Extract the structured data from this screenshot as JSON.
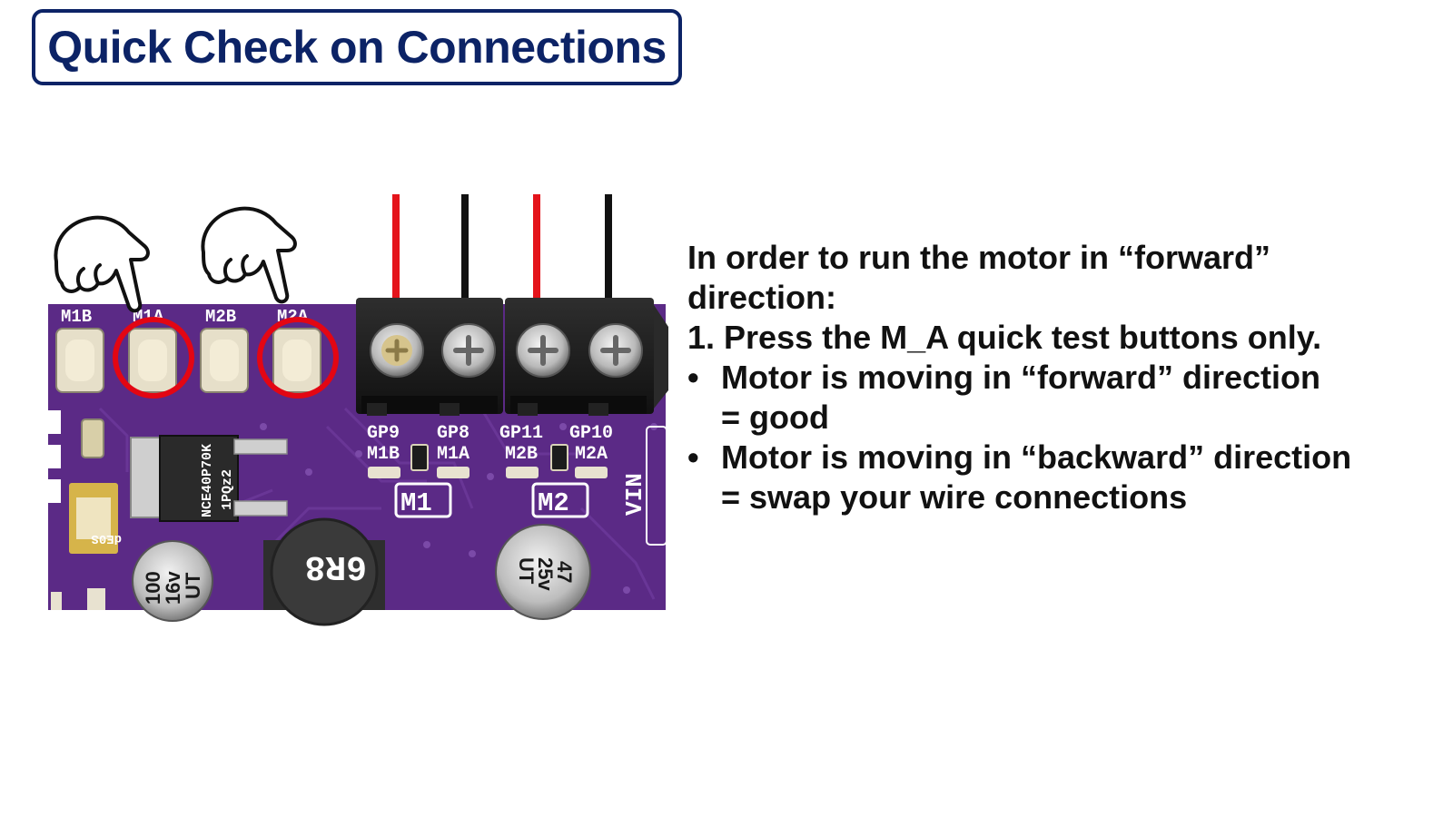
{
  "title": "Quick Check on Connections",
  "board": {
    "button_labels": [
      "M1B",
      "M1A",
      "M2B",
      "M2A"
    ],
    "terminal_pins": [
      {
        "gp": "GP9",
        "motor": "M1B"
      },
      {
        "gp": "GP8",
        "motor": "M1A"
      },
      {
        "gp": "GP11",
        "motor": "M2B"
      },
      {
        "gp": "GP10",
        "motor": "M2A"
      }
    ],
    "motor_labels": [
      "M1",
      "M2"
    ],
    "vin_label": "VIN",
    "chip_label": "NCE40P70K",
    "chip_sub": "1PQz2",
    "inductor_label": "6R8",
    "cap_left": [
      "100",
      "16v",
      "UT"
    ],
    "cap_right": [
      "47",
      "25v",
      "UT"
    ],
    "diode_label": "dE0S",
    "colors": {
      "pcb": "#5b2a86",
      "wire_positive": "#e4141b",
      "wire_negative": "#111111",
      "highlight_circle": "#e30613",
      "title": "#0c2366"
    }
  },
  "instructions": {
    "line1": "In order to run the motor in “forward”",
    "line2": "direction:",
    "step1": "1. Press the M_A quick test buttons only.",
    "bullets": [
      {
        "text": "Motor is moving in “forward” direction",
        "result": "= good"
      },
      {
        "text": "Motor is moving in “backward” direction",
        "result": "= swap your wire connections"
      }
    ],
    "bullet_symbol": "•"
  }
}
